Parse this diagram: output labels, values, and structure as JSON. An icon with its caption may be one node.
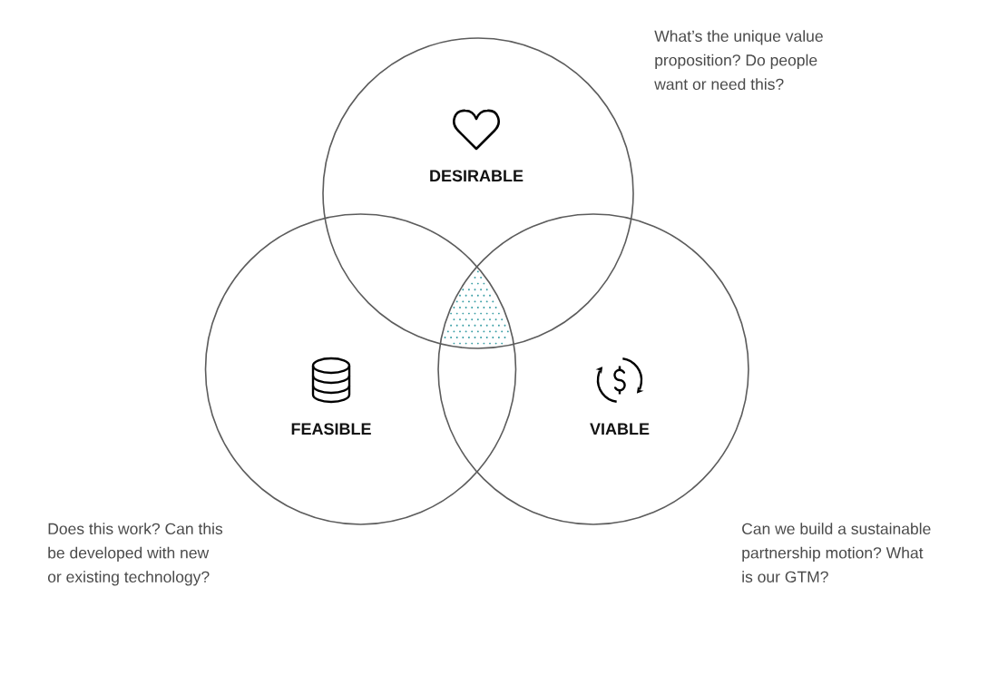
{
  "diagram": {
    "nodes": [
      {
        "text": [
          "DESIRABLE"
        ],
        "beside": [
          "What’s the unique value proposition? Do people want or need this?"
        ]
      },
      {
        "text": [
          "FEASIBLE"
        ],
        "beside": [
          "Does this work? Can this be developed with new or existing technology?"
        ]
      },
      {
        "text": [
          "VIABLE"
        ],
        "beside": [
          "Can we build a sustainable partnership motion? What is our GTM?"
        ]
      }
    ]
  }
}
